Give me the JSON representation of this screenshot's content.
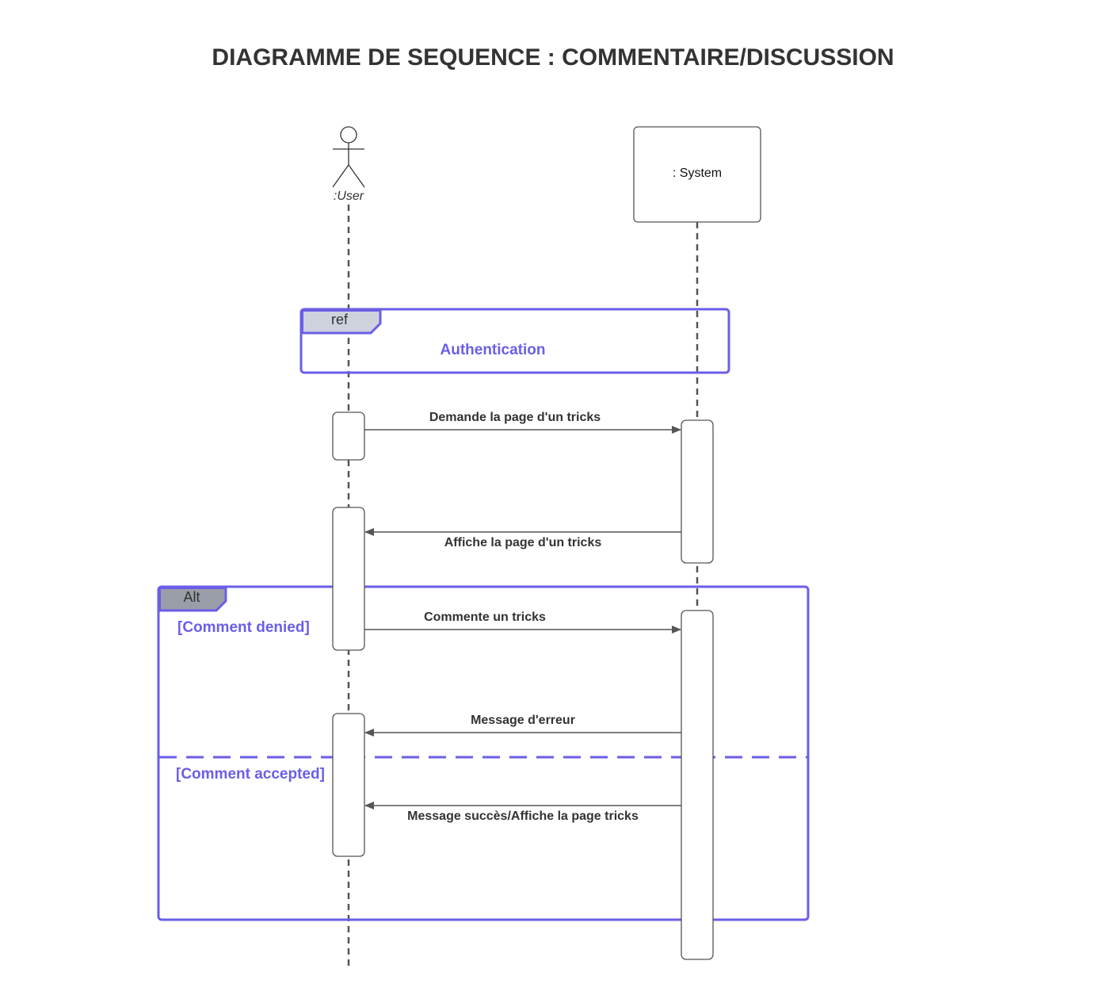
{
  "title": "DIAGRAMME DE SEQUENCE : COMMENTAIRE/DISCUSSION",
  "participants": {
    "user": ":User",
    "system": ": System"
  },
  "ref_frame": {
    "tag": "ref",
    "label": "Authentication"
  },
  "messages": {
    "request_page": "Demande la page d'un tricks",
    "show_page": "Affiche la page d'un tricks",
    "comment": "Commente un tricks",
    "error": "Message d'erreur",
    "success": "Message succès/Affiche la page tricks"
  },
  "alt_frame": {
    "tag": "Alt",
    "guard_denied": "[Comment denied]",
    "guard_accepted": "[Comment accepted]"
  },
  "colors": {
    "frame": "#6a5ee8",
    "ref_tag_fill": "#cdd2dc",
    "alt_tag_fill": "#9a9ea8",
    "line": "#555555"
  }
}
